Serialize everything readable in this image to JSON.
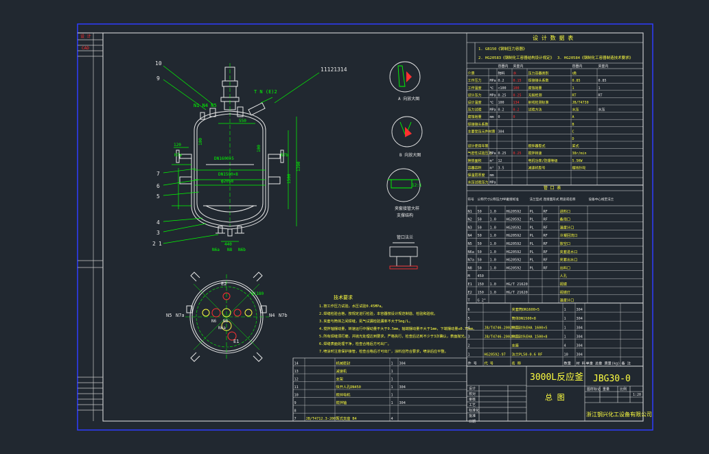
{
  "colors": {
    "background": "#212830",
    "frame_blue": "#2f3cff",
    "line_white": "#e8e8e8",
    "line_green": "#00ff00",
    "text_red": "#ff3030",
    "text_yellow": "#ffff40",
    "text_cyan": "#40e0ff"
  },
  "margin_labels": [
    "设 计",
    "CAD"
  ],
  "leader_labels": {
    "top": [
      "10",
      "9",
      "11121314"
    ],
    "left": [
      "7",
      "6",
      "5",
      "4",
      "3",
      "2",
      "1"
    ],
    "tn": "T N (E)2",
    "nozzles_top": "N1 N4 N5",
    "nozzles_bottom": [
      "N6a",
      "N8",
      "N6b"
    ]
  },
  "vessel_dims": {
    "d1": "DN1600×5",
    "d2": "DN1500×8",
    "d3": "φ2058",
    "w440": "440",
    "w550": "550",
    "h1500": "1500",
    "n7a": "N7a",
    "n7b": "N7b",
    "h100a": "100",
    "h100b": "100",
    "h120": "120",
    "h1390": "1390"
  },
  "plan_labels": [
    "E2",
    "N5",
    "N7a",
    "N6",
    "N8",
    "N4",
    "N7b",
    "E1",
    "N6a",
    "φ1180"
  ],
  "details": [
    {
      "title": "A 向放大图"
    },
    {
      "title": "B 向放大图"
    },
    {
      "title": "夹套接管大样",
      "sub": "支撑结构"
    },
    {
      "title": "管口法兰"
    }
  ],
  "detail_ratio": "12:1",
  "notes": {
    "title": "技术要求",
    "lines": [
      "1.按工作压力试验，水压试验0.45MPa。",
      "2.焊缝检验合格，按规定进行检验，本容器按设计规范制造、检验和验收。",
      "3.夹套与筒体之间焊缝，氮气试漏检验漏率不大于5mg/L。",
      "4.搅拌轴摆动量，转速运行中摆动量不大于0.5mm，轴端摆动量不大于1mm，下端摆动量≤0.75mm。",
      "5.所有焊缝须打磨，并抛光处理达到要求，严格执行，检查后达到不少于3次确认，表面抛光。",
      "6.焊缝表面处理干净，检查合格后方可出厂。",
      "7.喷涂时注意保护接管，检查合格后才可出厂，涂料应符合要求，喷涂后应平整。"
    ]
  },
  "design_data": {
    "title": "设 计 数 据 表",
    "standards": [
      "1. GB150《钢制压力容器》",
      "2. HG20583《钢制化工容器结构设计规定》",
      "3. HG20584《钢制化工容器制造技术要求》"
    ],
    "header": [
      "",
      "",
      "容器内",
      "夹套内",
      "",
      "容器内",
      "夹套内"
    ],
    "rows": [
      [
        "介质",
        "",
        "物料",
        "水",
        "压力容器类别",
        "Ⅰ类",
        ""
      ],
      [
        "工作压力",
        "MPa",
        "0.2",
        "0.15",
        "焊接接头系数",
        "0.85",
        "0.85"
      ],
      [
        "工作温度",
        "℃",
        "<100",
        "100",
        "腐蚀裕量",
        "1",
        "1"
      ],
      [
        "设计压力",
        "MPa",
        "0.25",
        "0.25",
        "无损检测",
        "RT",
        "RT"
      ],
      [
        "设计温度",
        "℃",
        "100",
        "134",
        "射线检测标准",
        "JB/T4730",
        ""
      ],
      [
        "压力试验",
        "MPa",
        "0.2",
        "0.2",
        "试验方法",
        "水压",
        "水压"
      ],
      [
        "腐蚀裕量",
        "mm",
        "0",
        "0",
        "",
        "A",
        ""
      ],
      [
        "焊接接头系数",
        "",
        "",
        "",
        "",
        "B",
        ""
      ],
      [
        "主要受压元件材质",
        "",
        "304",
        "",
        "",
        "C",
        ""
      ],
      [
        "",
        "",
        "",
        "",
        "",
        "D",
        ""
      ],
      [
        "设计使用年限",
        "",
        "",
        "",
        "搅拌器型式",
        "桨式",
        ""
      ],
      [
        "气密性试验压力",
        "MPa",
        "0.25",
        "0.25",
        "搅拌转速",
        "38r/min",
        ""
      ],
      [
        "换热面积",
        "m²",
        "12",
        "",
        "电机功率/防爆等级",
        "5.5KW",
        ""
      ],
      [
        "容器容积",
        "m³",
        "3.5",
        "",
        "减速机型号",
        "摆线针轮",
        ""
      ],
      [
        "保温层厚度",
        "mm",
        "",
        "",
        "",
        "",
        ""
      ],
      [
        "水压试验压力",
        "MPa",
        "",
        "",
        "",
        "",
        ""
      ]
    ]
  },
  "nozzle_table": {
    "title": "管 口 表",
    "header": [
      "符号",
      "公称尺寸",
      "公称压力MPa",
      "连接标准",
      "法兰型式",
      "连接面形式",
      "用途或名称",
      "设备中心线至法兰面距离"
    ],
    "rows": [
      [
        "N1",
        "50",
        "1.0",
        "HG20592",
        "PL",
        "RF",
        "进料口",
        ""
      ],
      [
        "N2",
        "50",
        "1.0",
        "HG20592",
        "PL",
        "RF",
        "备用口",
        ""
      ],
      [
        "N3",
        "50",
        "1.0",
        "HG20592",
        "PL",
        "RF",
        "温度计口",
        ""
      ],
      [
        "N4",
        "50",
        "1.0",
        "HG20592",
        "PL",
        "RF",
        "冷凝回流口",
        ""
      ],
      [
        "N5",
        "50",
        "1.0",
        "HG20592",
        "PL",
        "RF",
        "放空口",
        ""
      ],
      [
        "N6a",
        "50",
        "1.0",
        "HG20592",
        "PL",
        "RF",
        "夹套进水口",
        ""
      ],
      [
        "N7a",
        "50",
        "1.0",
        "HG20592",
        "PL",
        "RF",
        "夹套出水口",
        ""
      ],
      [
        "N8",
        "50",
        "1.0",
        "HG20592",
        "PL",
        "RF",
        "出料口",
        ""
      ],
      [
        "M",
        "450",
        "",
        "",
        "",
        "",
        "人孔",
        ""
      ],
      [
        "E1",
        "150",
        "1.0",
        "HG/T 21620",
        "",
        "",
        "视镜",
        ""
      ],
      [
        "E2",
        "150",
        "1.0",
        "HG/T 21620",
        "",
        "",
        "视镜灯",
        ""
      ],
      [
        "T",
        "G 2\"",
        "",
        "",
        "",
        "",
        "温度计口",
        ""
      ]
    ]
  },
  "parts_right": [
    [
      "6",
      "",
      "夹套筒DN1600×5",
      "1",
      "304",
      "",
      ""
    ],
    [
      "5",
      "",
      "筒体DN1500×8",
      "1",
      "304",
      "",
      ""
    ],
    [
      "4",
      "JB/T4746-2002",
      "椭圆封头EHA 1600×5",
      "1",
      "304",
      "",
      ""
    ],
    [
      "3",
      "JB/T4746-2002",
      "椭圆封头EHA 1500×8",
      "1",
      "304",
      "",
      ""
    ],
    [
      "2",
      "",
      "支座",
      "4",
      "304",
      "",
      ""
    ],
    [
      "1",
      "HG20592-97",
      "法兰PL50-0.6 RF",
      "10",
      "304",
      "",
      ""
    ]
  ],
  "parts_right_header": [
    "件 号",
    "代 号",
    "名 称",
    "数量",
    "材 料",
    "单重 总重 质量(kg)",
    "备 注"
  ],
  "parts_left": [
    [
      "14",
      "",
      "机械密封",
      "1",
      "304"
    ],
    [
      "13",
      "",
      "减速机",
      "1",
      ""
    ],
    [
      "12",
      "",
      "支架",
      "1",
      ""
    ],
    [
      "11",
      "",
      "快开人孔DN450",
      "1",
      "304"
    ],
    [
      "10",
      "",
      "搅拌电机",
      "1",
      ""
    ],
    [
      "9",
      "",
      "搅拌轴",
      "1",
      "304"
    ],
    [
      "8",
      "",
      "",
      "",
      ""
    ],
    [
      "7",
      "JB/T4712.3-2007",
      "耳式支座 B4",
      "4",
      ""
    ]
  ],
  "title_block": {
    "product": "3000L反应釜",
    "drawing_no": "JBG30-0",
    "sheet_name": "总 图",
    "company": "浙江钢兴化工设备有限公司",
    "scale": "1:20",
    "labels": [
      "设计",
      "校对",
      "审核",
      "工艺",
      "标准化",
      "批准",
      "日期"
    ],
    "right_labels": [
      "图样标记",
      "重量",
      "比例"
    ]
  }
}
